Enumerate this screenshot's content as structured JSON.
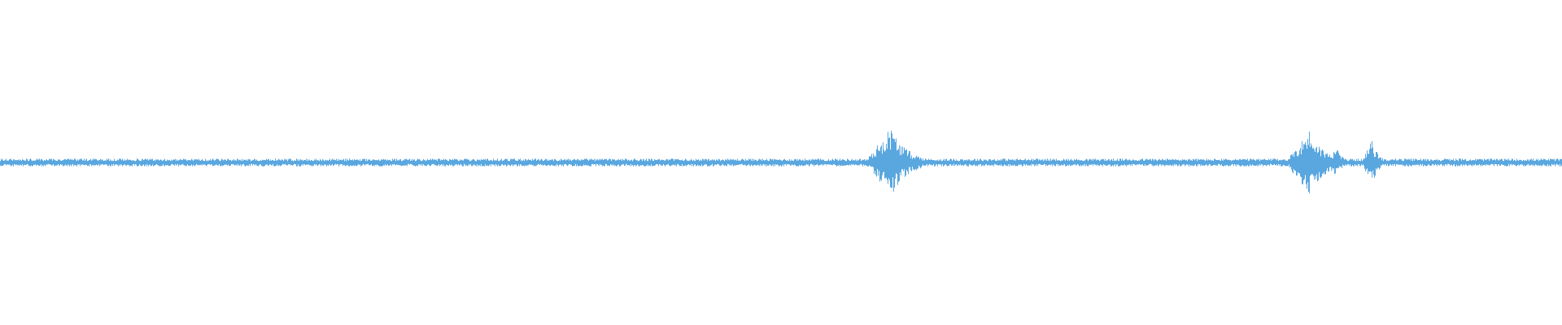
{
  "waveform": {
    "color": "#5aa7e0",
    "baseline_amplitude": 0.012,
    "bursts": [
      {
        "position": 0.57,
        "width": 0.03,
        "amplitude": 0.11
      },
      {
        "position": 0.838,
        "width": 0.028,
        "amplitude": 0.1
      },
      {
        "position": 0.855,
        "width": 0.012,
        "amplitude": 0.05
      },
      {
        "position": 0.878,
        "width": 0.012,
        "amplitude": 0.07
      }
    ]
  }
}
